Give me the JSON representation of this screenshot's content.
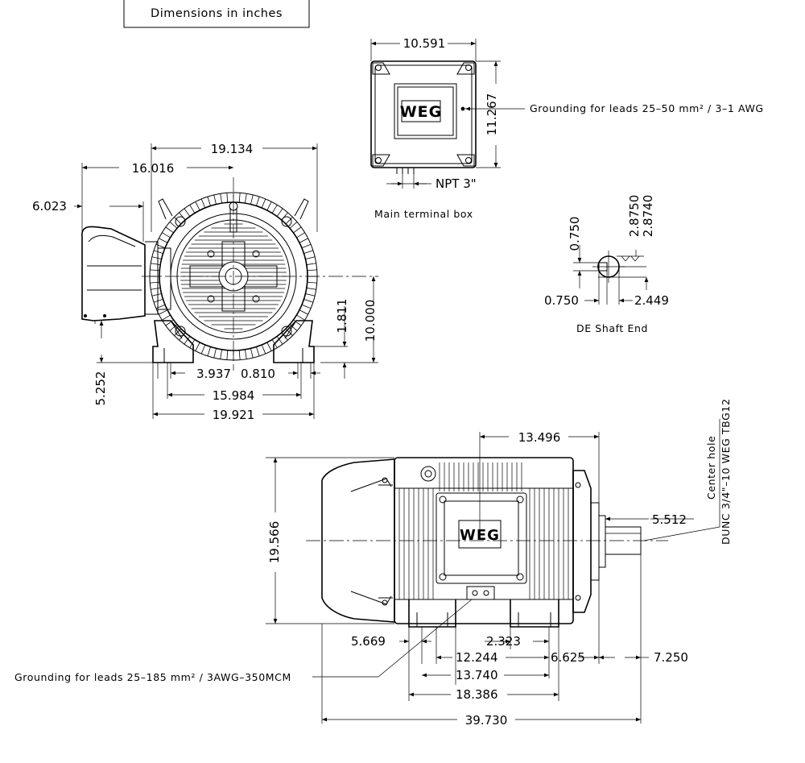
{
  "title_box": "Dimensions in inches",
  "terminal_box": {
    "caption": "Main terminal box",
    "width": "10.591",
    "height": "11.267",
    "npt": "NPT 3\"",
    "logo": "WEG",
    "grounding_note": "Grounding for leads 25–50 mm² / 3–1 AWG"
  },
  "shaft_end": {
    "caption": "DE Shaft End",
    "key_width": "0.750",
    "key_depth": "0.750",
    "shaft_dia_max": "2.8750",
    "shaft_dia_min": "2.8740",
    "key_offset": "2.449"
  },
  "front_view": {
    "dims": {
      "d19134": "19.134",
      "d16016": "16.016",
      "d6023": "6.023",
      "d1811": "1.811",
      "d10000": "10.000",
      "d5252": "5.252",
      "d3937": "3.937",
      "d0810": "0.810",
      "d15984": "15.984",
      "d19921": "19.921"
    }
  },
  "side_view": {
    "logo": "WEG",
    "center_hole_title": "Center hole",
    "center_hole_spec": "DUNC 3/4\"–10 WEG TBG12",
    "grounding_note": "Grounding for leads 25–185 mm² / 3AWG–350MCM",
    "dims": {
      "d13496": "13.496",
      "d19566": "19.566",
      "d5512": "5.512",
      "d5669": "5.669",
      "d2323": "2.323",
      "d12244": "12.244",
      "d6625": "6.625",
      "d7250": "7.250",
      "d13740": "13.740",
      "d18386": "18.386",
      "d39730": "39.730"
    }
  }
}
